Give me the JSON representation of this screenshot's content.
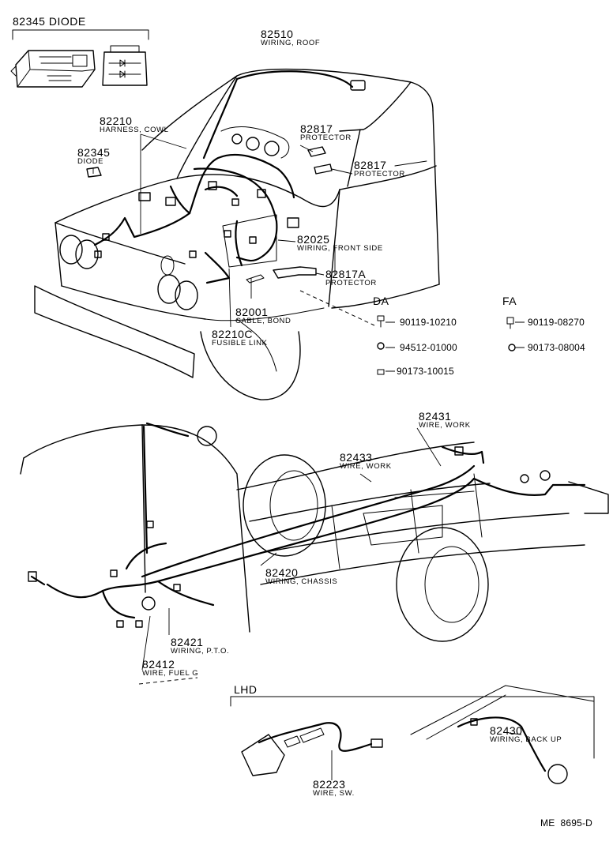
{
  "diode_box": {
    "number": "82345",
    "title": "DIODE"
  },
  "callouts": [
    {
      "id": "roof",
      "number": "82510",
      "desc": "WIRING, ROOF"
    },
    {
      "id": "cowl",
      "number": "82210",
      "desc": "HARNESS, COWL"
    },
    {
      "id": "diode",
      "number": "82345",
      "desc": "DIODE"
    },
    {
      "id": "protector1",
      "number": "82817",
      "desc": "PROTECTOR"
    },
    {
      "id": "protector2",
      "number": "82817",
      "desc": "PROTECTOR"
    },
    {
      "id": "front-side",
      "number": "82025",
      "desc": "WIRING, FRONT SIDE"
    },
    {
      "id": "protector-a",
      "number": "82817A",
      "desc": "PROTECTOR"
    },
    {
      "id": "bond",
      "number": "82001",
      "desc": "CABLE, BOND"
    },
    {
      "id": "fusible",
      "number": "82210C",
      "desc": "FUSIBLE LINK"
    },
    {
      "id": "work1",
      "number": "82431",
      "desc": "WIRE, WORK"
    },
    {
      "id": "work2",
      "number": "82433",
      "desc": "WIRE, WORK"
    },
    {
      "id": "chassis",
      "number": "82420",
      "desc": "WIRING, CHASSIS"
    },
    {
      "id": "pto",
      "number": "82421",
      "desc": "WIRING, P.T.O."
    },
    {
      "id": "fuel",
      "number": "82412",
      "desc": "WIRE, FUEL G"
    },
    {
      "id": "backup",
      "number": "82430",
      "desc": "WIRING, BACK UP"
    },
    {
      "id": "sw",
      "number": "82223",
      "desc": "WIRE, SW."
    }
  ],
  "da": {
    "title": "DA",
    "parts": [
      "90119-10210",
      "94512-01000",
      "90173-10015"
    ]
  },
  "fa": {
    "title": "FA",
    "parts": [
      "90119-08270",
      "90173-08004"
    ]
  },
  "lhd": {
    "title": "LHD"
  },
  "footer": {
    "code": "ME  8695-D"
  }
}
